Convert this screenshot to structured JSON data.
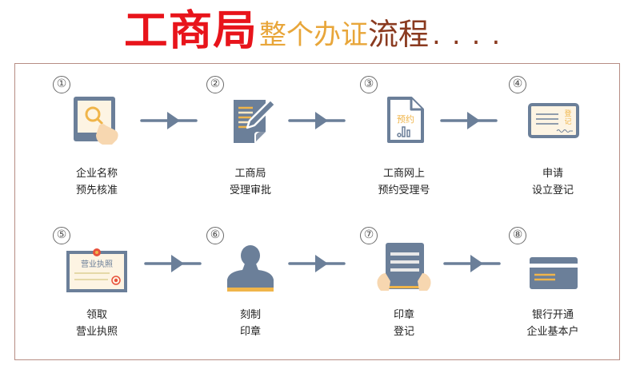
{
  "header": {
    "title_main": "工商局",
    "title_mid": "整个办证",
    "title_end": "流程",
    "title_dots": "...."
  },
  "colors": {
    "title_red": "#e8141b",
    "title_orange": "#e8a63a",
    "title_brown": "#8a3a1f",
    "frame_border": "#b78d84",
    "icon_slate": "#6b7f99",
    "icon_accent": "#f0b54a",
    "arrow": "#6b7f99"
  },
  "steps": [
    {
      "number": "①",
      "icon": "magnifier-tablet-icon",
      "line1": "企业名称",
      "line2": "预先核准"
    },
    {
      "number": "②",
      "icon": "document-pen-icon",
      "line1": "工商局",
      "line2": "受理审批"
    },
    {
      "number": "③",
      "icon": "reservation-file-icon",
      "icon_text": "预约",
      "line1": "工商网上",
      "line2": "预约受理号"
    },
    {
      "number": "④",
      "icon": "registration-card-icon",
      "icon_text": "登记",
      "line1": "申请",
      "line2": "设立登记"
    },
    {
      "number": "⑤",
      "icon": "business-license-icon",
      "icon_text": "营业执照",
      "line1": "领取",
      "line2": "营业执照"
    },
    {
      "number": "⑥",
      "icon": "stamp-icon",
      "line1": "刻制",
      "line2": "印章"
    },
    {
      "number": "⑦",
      "icon": "hands-document-icon",
      "line1": "印章",
      "line2": "登记"
    },
    {
      "number": "⑧",
      "icon": "bank-card-icon",
      "line1": "银行开通",
      "line2": "企业基本户"
    }
  ]
}
